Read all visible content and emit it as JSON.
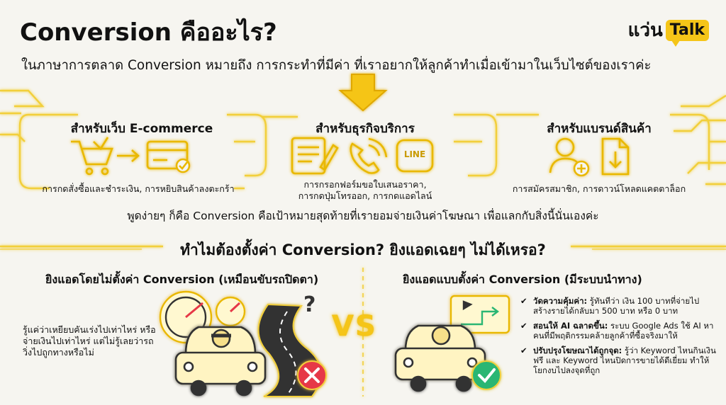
{
  "header": {
    "title": "Conversion คืออะไร?",
    "subtitle": "ในภาษาการตลาด Conversion หมายถึง การกระทำที่มีค่า ที่เราอยากให้ลูกค้าทำเมื่อเข้ามาในเว็บไซต์ของเราค่ะ",
    "logo_main": "แว่น",
    "logo_bubble": "Talk"
  },
  "panels": [
    {
      "title": "สำหรับเว็บ E-commerce",
      "caption": "การกดสั่งซื้อและชำระเงิน, การหยิบสินค้าลงตะกร้า"
    },
    {
      "title": "สำหรับธุรกิจบริการ",
      "caption_line1": "การกรอกฟอร์มขอใบเสนอราคา,",
      "caption_line2": "การกดปุ่มโทรออก, การกดแอดไลน์",
      "line_badge": "LINE"
    },
    {
      "title": "สำหรับแบรนด์สินค้า",
      "caption": "การสมัครสมาชิก, การดาวน์โหลดแคตตาล็อก"
    }
  ],
  "summary": "พูดง่ายๆ ก็คือ Conversion คือเป้าหมายสุดท้ายที่เรายอมจ่ายเงินค่าโฆษณา เพื่อแลกกับสิ่งนี้นั่นเองค่ะ",
  "question": "ทำไมต้องตั้งค่า Conversion? ยิงแอดเฉยๆ ไม่ได้เหรอ?",
  "left": {
    "heading": "ยิงแอดโดยไม่ตั้งค่า Conversion (เหมือนขับรถปิดตา)",
    "desc": "รู้แค่ว่าเหยียบคันเร่งไปเท่าไหร่ หรือจ่ายเงินไปเท่าไหร่ แต่ไม่รู้เลยว่ารถวิ่งไปถูกทางหรือไม่"
  },
  "vs": "VS",
  "right": {
    "heading": "ยิงแอดแบบตั้งค่า Conversion (มีระบบนำทาง)",
    "bullets": [
      {
        "bold": "วัดความคุ้มค่า:",
        "text": " รู้ทันทีว่า เงิน 100 บาทที่จ่ายไป สร้างรายได้กลับมา 500 บาท หรือ 0 บาท"
      },
      {
        "bold": "สอนให้ AI ฉลาดขึ้น:",
        "text": " ระบบ Google Ads ใช้ AI หาคนที่มีพฤติกรรมคล้ายลูกค้าที่ซื้อจริงมาให้"
      },
      {
        "bold": "ปรับปรุงโฆษณาได้ถูกจุด:",
        "text": " รู้ว่า Keyword ไหนกินเงินฟรี และ Keyword ไหนปิดการขายได้ดีเยี่ยม ทำให้โยกงบไปลงจุดที่ถูก"
      }
    ]
  },
  "colors": {
    "accent": "#f5c518",
    "glow": "#f7d64a",
    "error": "#e63946",
    "success": "#2bb673"
  }
}
